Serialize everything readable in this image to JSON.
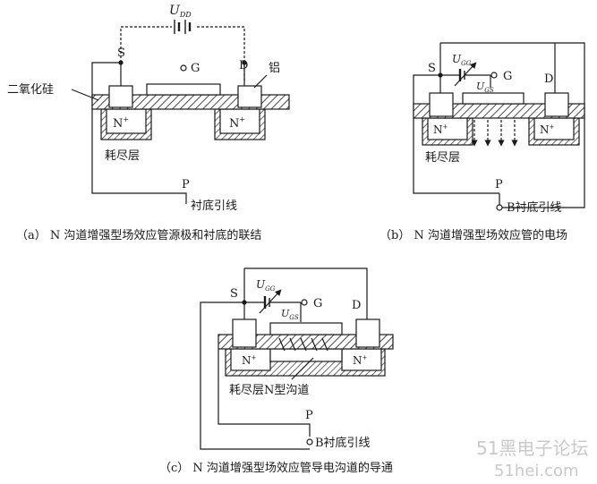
{
  "diagram_a": {
    "supply": {
      "main": "U",
      "sub": "DD"
    },
    "source": "S",
    "gate": "G",
    "drain": "D",
    "aluminum": "铝",
    "oxide": "二氧化硅",
    "n_plus_left": {
      "main": "N",
      "sup": "+"
    },
    "n_plus_right": {
      "main": "N",
      "sup": "+"
    },
    "depletion": "耗尽层",
    "substrate": "P",
    "lead": "衬底引线",
    "caption": "（a）  N 沟道增强型场效应管源极和衬底的联结"
  },
  "diagram_b": {
    "supply": {
      "main": "U",
      "sub": "GG"
    },
    "vgs": {
      "main": "U",
      "sub": "GS"
    },
    "source": "S",
    "gate": "G",
    "drain": "D",
    "n_plus_left": {
      "main": "N",
      "sup": "+"
    },
    "n_plus_right": {
      "main": "N",
      "sup": "+"
    },
    "depletion": "耗尽层",
    "substrate": "P",
    "lead": "B衬底引线",
    "caption": "（b） N 沟道增强型场效应管的电场"
  },
  "diagram_c": {
    "supply": {
      "main": "U",
      "sub": "GG"
    },
    "vgs": {
      "main": "U",
      "sub": "GS"
    },
    "source": "S",
    "gate": "G",
    "drain": "D",
    "n_plus_left": {
      "main": "N",
      "sup": "+"
    },
    "n_plus_right": {
      "main": "N",
      "sup": "+"
    },
    "depletion_channel": "耗尽层N型沟道",
    "substrate": "P",
    "lead": "B衬底引线",
    "caption": "（c） N 沟道增强型场效应管导电沟道的导通"
  },
  "watermark": {
    "line1": "51黑电子论坛",
    "line2": "51hei.com"
  }
}
